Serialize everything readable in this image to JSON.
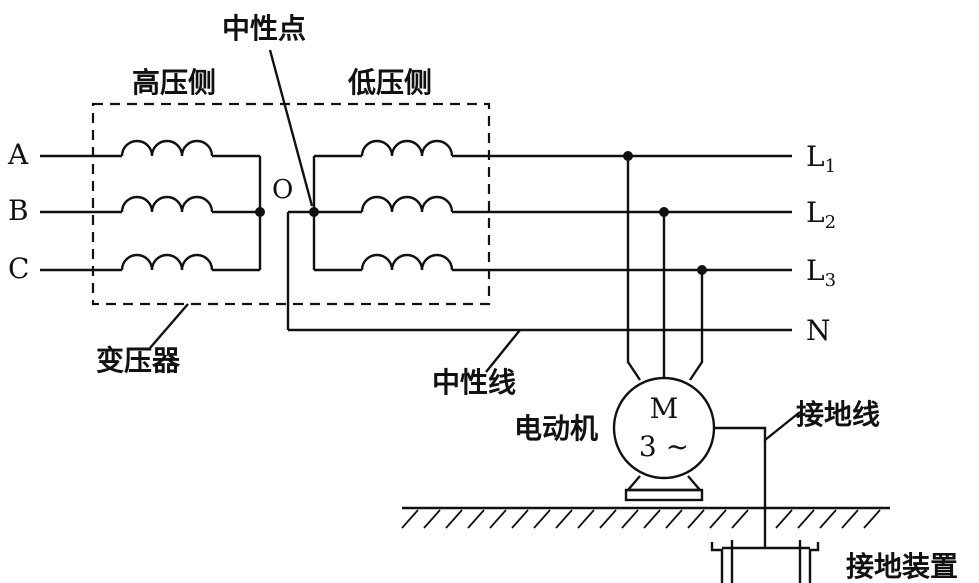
{
  "labels": {
    "neutral_point": "中性点",
    "high_side": "高压侧",
    "low_side": "低压侧",
    "point_o": "O",
    "transformer": "变压器",
    "neutral_wire": "中性线",
    "motor": "电动机",
    "ground_wire": "接地线",
    "ground_device": "接地装置"
  },
  "inputs": [
    "A",
    "B",
    "C"
  ],
  "outputs": [
    {
      "letter": "L",
      "sub": "1"
    },
    {
      "letter": "L",
      "sub": "2"
    },
    {
      "letter": "L",
      "sub": "3"
    }
  ],
  "neutral_out": "N",
  "motor_symbol": {
    "top": "M",
    "bottom": "3 ~"
  }
}
